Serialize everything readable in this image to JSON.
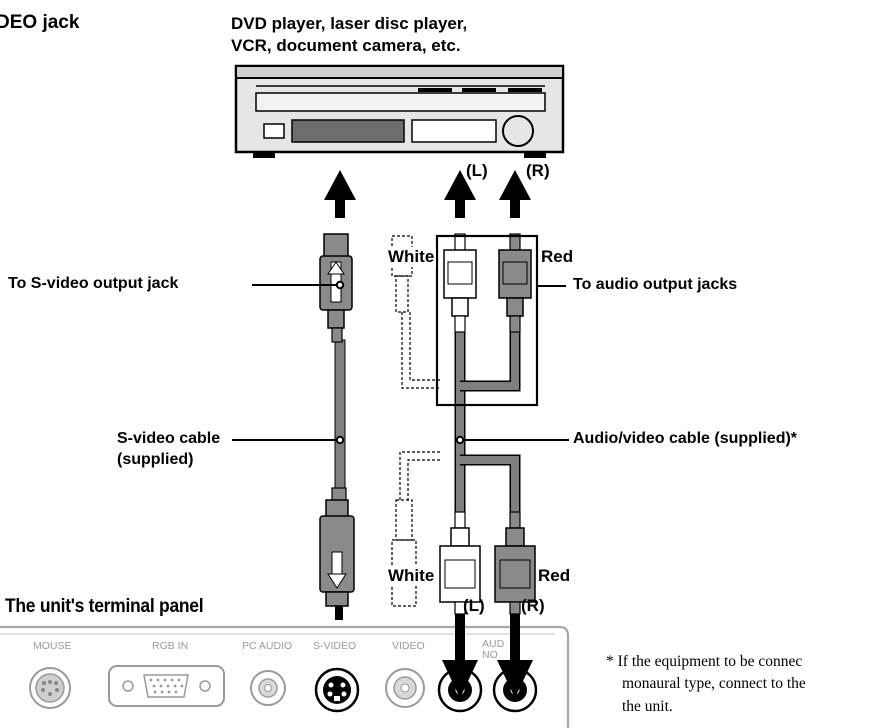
{
  "section_title": "DEO jack",
  "source_caption": {
    "line1": "DVD player, laser disc player,",
    "line2": "VCR, document camera, etc."
  },
  "channels": {
    "top_left": "(L)",
    "top_right": "(R)",
    "bottom_left": "(L)",
    "bottom_right": "(R)"
  },
  "plug_colors": {
    "top_white": "White",
    "top_red": "Red",
    "bottom_white": "White",
    "bottom_red": "Red"
  },
  "callouts": {
    "svideo_output": "To S-video output jack",
    "audio_output": "To audio output jacks",
    "svideo_cable_line1": "S-video cable",
    "svideo_cable_line2": "(supplied)",
    "av_cable": "Audio/video cable (supplied)*"
  },
  "panel": {
    "title": "The unit's terminal panel",
    "ports": {
      "mouse": "MOUSE",
      "rgb_in": "RGB IN",
      "pc_audio": "PC AUDIO",
      "s_video": "S-VIDEO",
      "video": "VIDEO",
      "audio_top": "AUD",
      "audio_bottom": "NO"
    }
  },
  "footnote": {
    "line1": "* If the equipment to be connec",
    "line2": "monaural type, connect to the",
    "line3": "the unit."
  },
  "colors": {
    "cable": "#7f7f7f",
    "panel_outline": "#a8a8a8",
    "device_fill": "#e6e6e6",
    "device_dark": "#6e6e6e"
  }
}
